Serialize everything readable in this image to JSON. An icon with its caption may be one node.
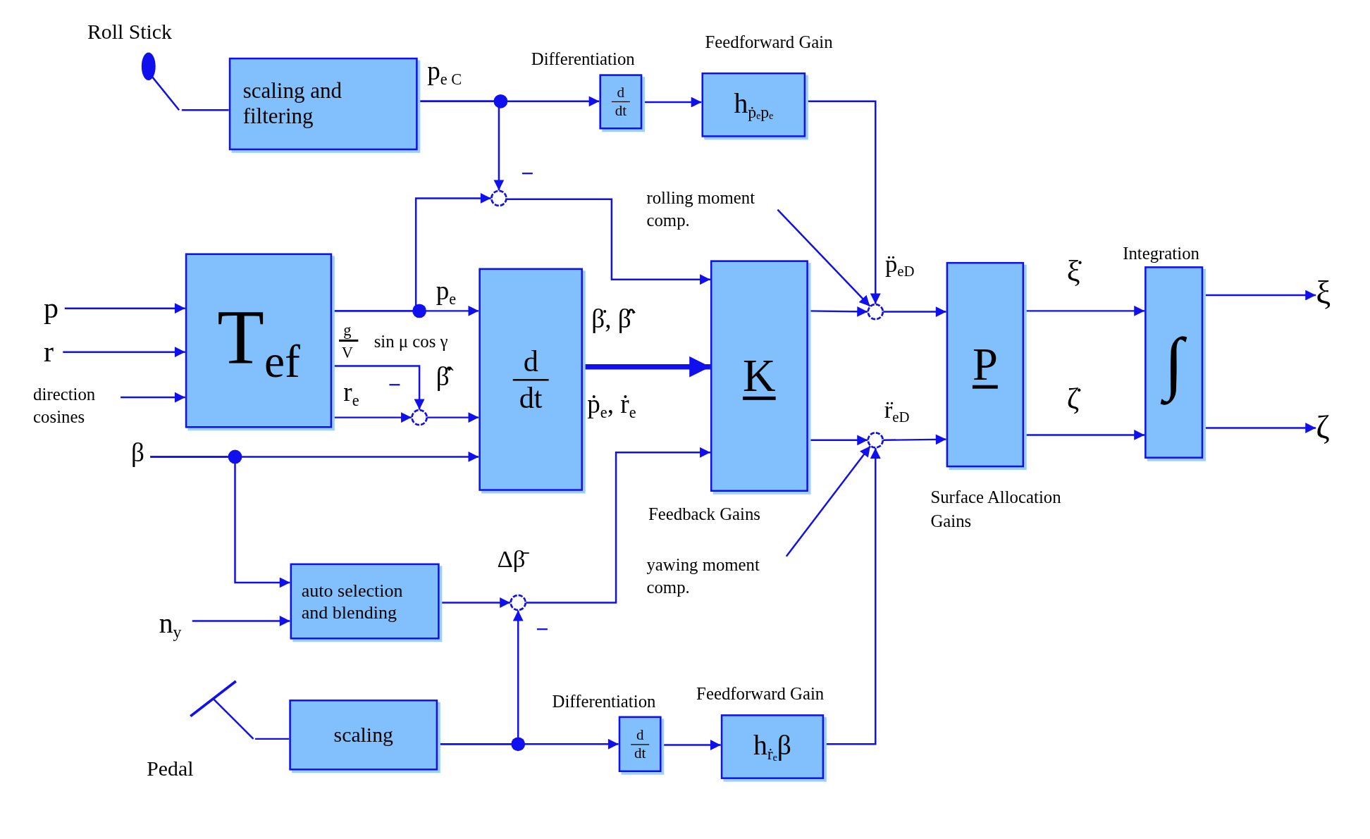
{
  "diagram": {
    "nodes": [
      {
        "text": [],
        "shape": "lever",
        "beside": [
          "Roll Stick"
        ]
      },
      {
        "text": [
          "scaling and filtering"
        ]
      },
      {
        "text": [
          "d",
          "dt"
        ],
        "beside": [
          "Differentiation"
        ]
      },
      {
        "text": [
          "h$_{ṗₑpₑ}$"
        ],
        "beside": [
          "Feedforward Gain"
        ]
      },
      {
        "text": [],
        "shape": "circle",
        "beside": [
          "−"
        ]
      },
      {
        "text": [
          "rolling moment comp."
        ]
      },
      {
        "text": [
          "p"
        ]
      },
      {
        "text": [
          "r"
        ]
      },
      {
        "text": [
          "direction cosines"
        ]
      },
      {
        "text": [
          "T$_{ef}$"
        ]
      },
      {
        "text": [
          "d",
          "dt"
        ]
      },
      {
        "text": [
          "K"
        ],
        "beside": [
          "Feedback Gains"
        ]
      },
      {
        "text": [],
        "shape": "circle",
        "beside": [
          "p̈$_{eD}$"
        ]
      },
      {
        "text": [
          "P"
        ],
        "beside": [
          "Surface Allocation Gains"
        ]
      },
      {
        "text": [
          "∫"
        ],
        "beside": [
          "Integration"
        ]
      },
      {
        "text": [
          "ξ"
        ]
      },
      {
        "text": [],
        "shape": "circle",
        "beside": [
          "−"
        ]
      },
      {
        "text": [],
        "shape": "circle",
        "beside": [
          "r̈$_{eD}$"
        ]
      },
      {
        "text": [
          "ζ"
        ]
      },
      {
        "text": [
          "β"
        ]
      },
      {
        "text": [
          "yawing moment comp."
        ]
      },
      {
        "text": [
          "n$_{y}$"
        ]
      },
      {
        "text": [
          "auto selection and blending"
        ]
      },
      {
        "text": [],
        "shape": "circle",
        "beside": [
          "Δβ̄",
          "−"
        ]
      },
      {
        "text": [],
        "shape": "pedal",
        "beside": [
          "Pedal"
        ]
      },
      {
        "text": [
          "scaling"
        ]
      },
      {
        "text": [
          "d",
          "dt"
        ],
        "beside": [
          "Differentiation"
        ]
      },
      {
        "text": [
          "h$_{ṙₑ}$β"
        ],
        "beside": [
          "Feedforward Gain"
        ]
      }
    ],
    "edges": [
      {
        "from": 0,
        "to": 1,
        "arrow": "none"
      },
      {
        "from": 1,
        "to": 2,
        "arrow": "to",
        "label": "p$_{e C}$"
      },
      {
        "from": 1,
        "to": 4,
        "arrow": "to"
      },
      {
        "from": 2,
        "to": 3,
        "arrow": "to"
      },
      {
        "from": 3,
        "to": 12,
        "arrow": "to"
      },
      {
        "from": 9,
        "to": 4,
        "arrow": "to"
      },
      {
        "from": 4,
        "to": 11,
        "arrow": "to"
      },
      {
        "from": 6,
        "to": 9,
        "arrow": "to"
      },
      {
        "from": 7,
        "to": 9,
        "arrow": "to"
      },
      {
        "from": 8,
        "to": 9,
        "arrow": "to"
      },
      {
        "from": 9,
        "to": 10,
        "arrow": "to",
        "label": "p$_{e}$"
      },
      {
        "from": 9,
        "to": 16,
        "arrow": "to",
        "label": "sin μ cos γ"
      },
      {
        "from": 9,
        "to": 16,
        "arrow": "to",
        "label": "r$_{e}$"
      },
      {
        "from": 16,
        "to": 10,
        "arrow": "to",
        "label": "β̂̇"
      },
      {
        "from": 19,
        "to": 10,
        "arrow": "to"
      },
      {
        "from": 10,
        "to": 11,
        "arrow": "to",
        "label": "β̇, β̈̂",
        "style": "thick"
      },
      {
        "from": 11,
        "to": 12,
        "arrow": "to"
      },
      {
        "from": 5,
        "to": 12,
        "arrow": "to"
      },
      {
        "from": 12,
        "to": 13,
        "arrow": "to"
      },
      {
        "from": 13,
        "to": 14,
        "arrow": "to",
        "label": "ξ̇"
      },
      {
        "from": 14,
        "to": 15,
        "arrow": "to"
      },
      {
        "from": 11,
        "to": 17,
        "arrow": "to"
      },
      {
        "from": 20,
        "to": 17,
        "arrow": "to"
      },
      {
        "from": 17,
        "to": 13,
        "arrow": "to"
      },
      {
        "from": 13,
        "to": 14,
        "arrow": "to",
        "label": "ζ̇"
      },
      {
        "from": 14,
        "to": 18,
        "arrow": "to"
      },
      {
        "from": 19,
        "to": 22,
        "arrow": "to"
      },
      {
        "from": 21,
        "to": 22,
        "arrow": "to"
      },
      {
        "from": 22,
        "to": 23,
        "arrow": "to"
      },
      {
        "from": 23,
        "to": 11,
        "arrow": "to"
      },
      {
        "from": 24,
        "to": 25,
        "arrow": "none"
      },
      {
        "from": 25,
        "to": 23,
        "arrow": "to"
      },
      {
        "from": 25,
        "to": 26,
        "arrow": "to"
      },
      {
        "from": 26,
        "to": 27,
        "arrow": "to"
      },
      {
        "from": 27,
        "to": 17,
        "arrow": "to"
      }
    ],
    "labels": [
      "g",
      "V",
      "ṗ$_{e}$, ṙ$_{e}$"
    ]
  }
}
